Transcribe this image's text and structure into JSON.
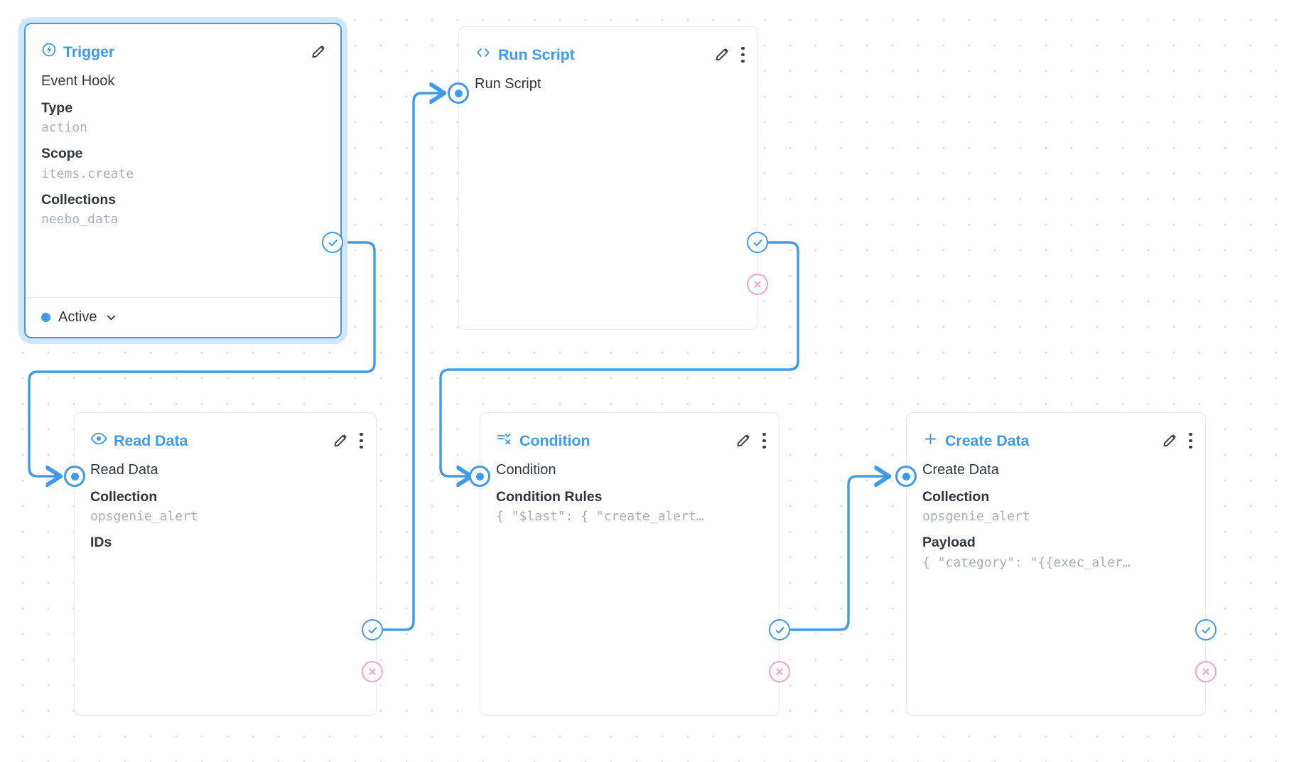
{
  "canvas": {
    "background_color": "#ffffff",
    "grid_dot_color": "#dfe2e6",
    "accent_color": "#3f9aee",
    "error_color": "#f79fd0",
    "mono_value_color": "#a6adbb"
  },
  "nodes": [
    {
      "id": "trigger",
      "title": "Trigger",
      "icon": "bolt-circle-icon",
      "selected": true,
      "row_name": "Event Hook",
      "fields": [
        {
          "label": "Type",
          "value": "action"
        },
        {
          "label": "Scope",
          "value": "items.create"
        },
        {
          "label": "Collections",
          "value": "neebo_data"
        }
      ],
      "footer": {
        "status": "Active",
        "chevron": "chevron-down-icon"
      },
      "actions": [
        "edit-icon"
      ]
    },
    {
      "id": "run-script",
      "title": "Run Script",
      "icon": "code-brackets-icon",
      "selected": false,
      "row_name": "Run Script",
      "fields": [],
      "actions": [
        "edit-icon",
        "more-options-icon"
      ]
    },
    {
      "id": "read-data",
      "title": "Read Data",
      "icon": "eye-icon",
      "selected": false,
      "row_name": "Read Data",
      "fields": [
        {
          "label": "Collection",
          "value": "opsgenie_alert"
        },
        {
          "label": "IDs",
          "value": ""
        }
      ],
      "actions": [
        "edit-icon",
        "more-options-icon"
      ]
    },
    {
      "id": "condition",
      "title": "Condition",
      "icon": "filter-condition-icon",
      "selected": false,
      "row_name": "Condition",
      "fields": [
        {
          "label": "Condition Rules",
          "value": "{ \"$last\": { \"create_alert…"
        }
      ],
      "actions": [
        "edit-icon",
        "more-options-icon"
      ]
    },
    {
      "id": "create-data",
      "title": "Create Data",
      "icon": "plus-icon",
      "selected": false,
      "row_name": "Create Data",
      "fields": [
        {
          "label": "Collection",
          "value": "opsgenie_alert"
        },
        {
          "label": "Payload",
          "value": "{ \"category\": \"{{exec_aler…"
        }
      ],
      "actions": [
        "edit-icon",
        "more-options-icon"
      ]
    }
  ],
  "handles": {
    "input_label": "input-handle",
    "success_label": "success-handle",
    "reject_label": "reject-handle"
  },
  "edges": [
    {
      "from": "trigger",
      "to": "read-data",
      "kind": "success"
    },
    {
      "from": "read-data",
      "to": "run-script",
      "kind": "success"
    },
    {
      "from": "run-script",
      "to": "condition",
      "kind": "success"
    },
    {
      "from": "condition",
      "to": "create-data",
      "kind": "success"
    }
  ]
}
